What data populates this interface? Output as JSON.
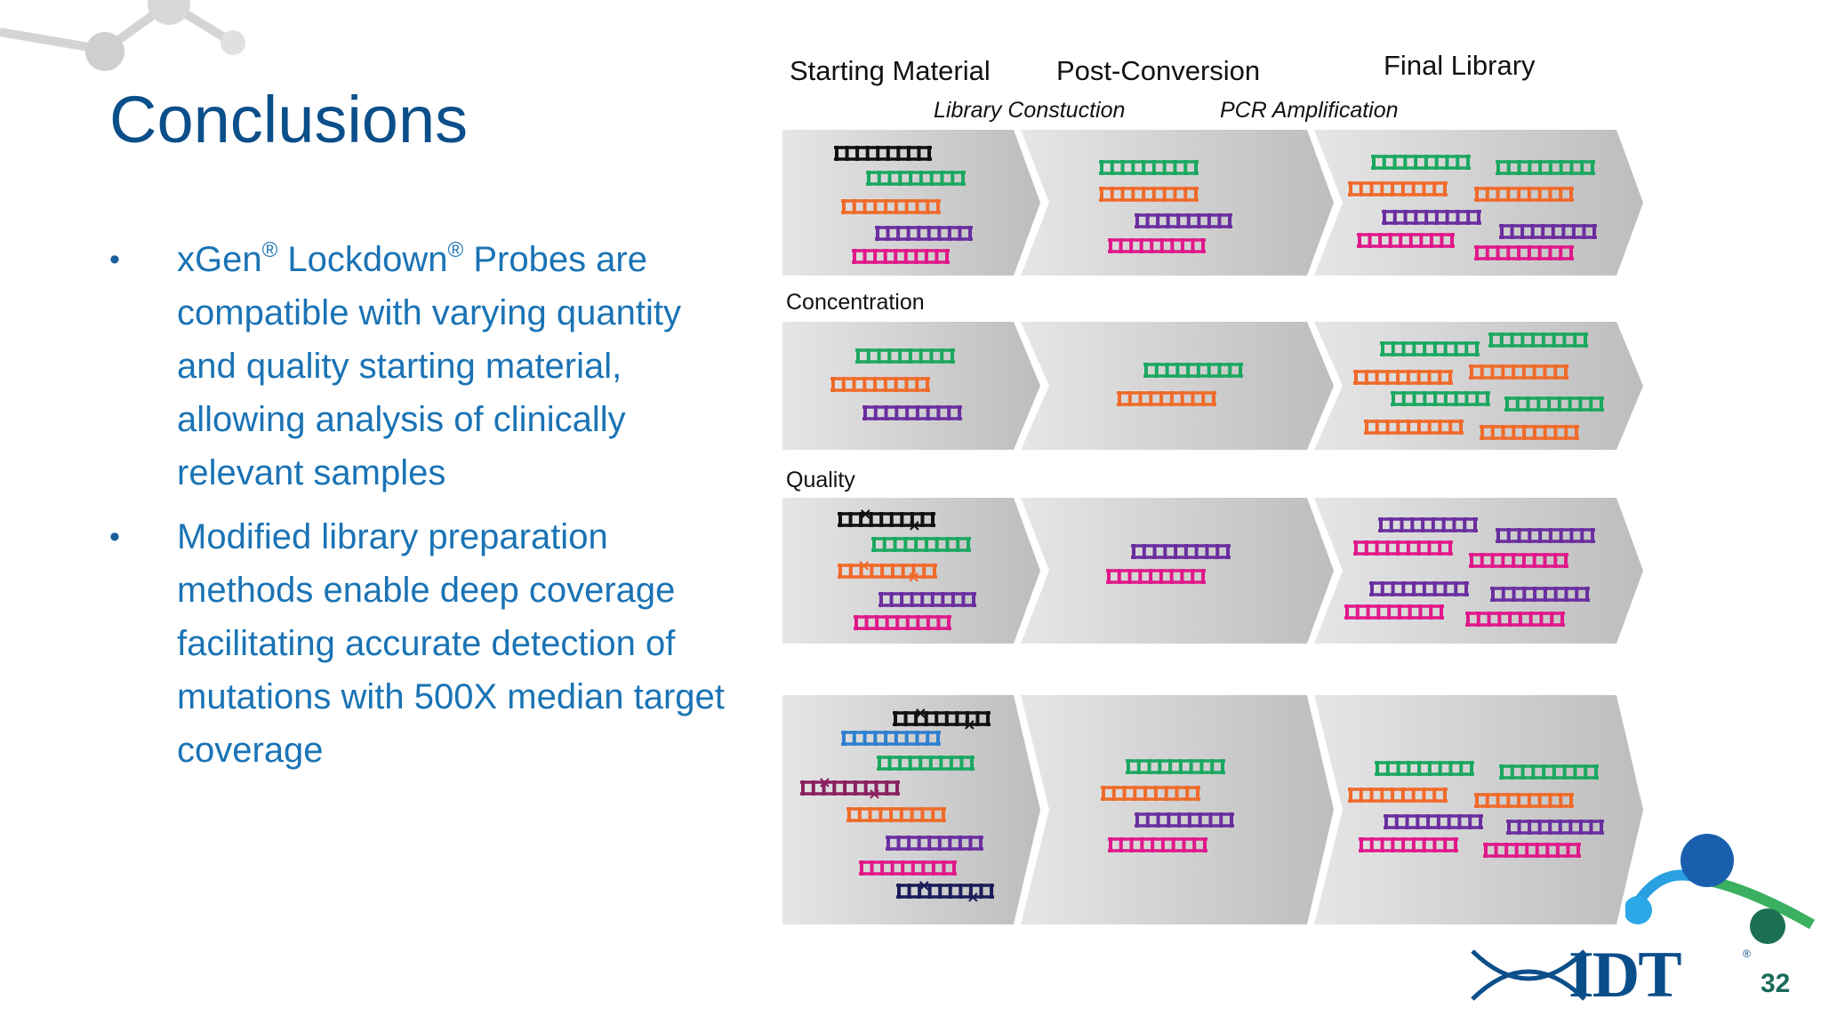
{
  "title": "Conclusions",
  "bullets": [
    {
      "pre": "xGen",
      "reg1": "®",
      "mid": " Lockdown",
      "reg2": "®",
      "post": " Probes are compatible with varying quantity and quality starting material, allowing analysis of clinically relevant samples"
    },
    {
      "text": "Modified library preparation methods enable deep coverage facilitating accurate detection of mutations with 500X median target coverage"
    }
  ],
  "bullet_glyph": "•",
  "diagram": {
    "stages": [
      "Starting Material",
      "Post-Conversion",
      "Final Library"
    ],
    "steps": [
      "Library Constuction",
      "PCR Amplification"
    ],
    "row_labels": [
      "Concentration",
      "Quality"
    ]
  },
  "colors": {
    "black": "#111111",
    "green": "#1aa860",
    "orange": "#f06a2a",
    "purple": "#6a2ea0",
    "magenta": "#e0188a",
    "blue": "#2e7fd0",
    "plum": "#8a2060",
    "navy": "#1c1c5a"
  },
  "logo": {
    "text": "IDT",
    "reg": "®"
  },
  "page_number": "32"
}
